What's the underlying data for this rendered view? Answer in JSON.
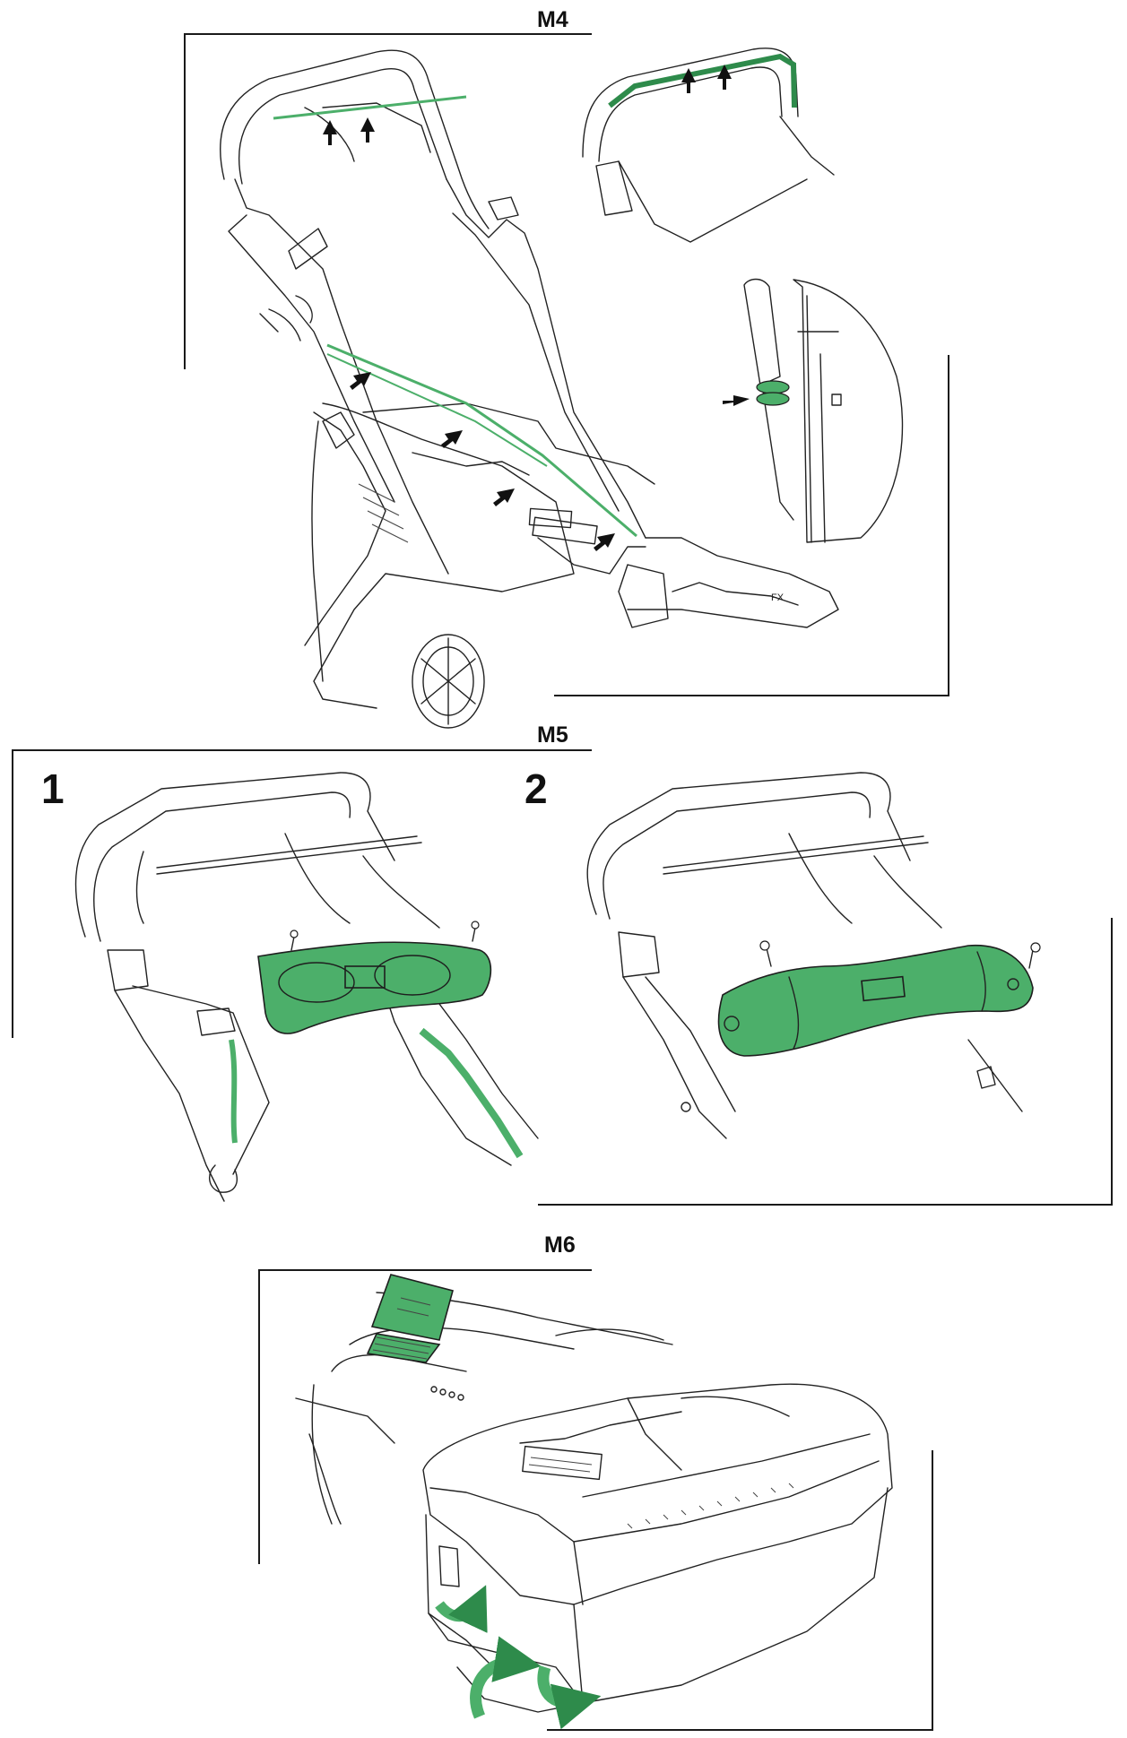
{
  "panels": {
    "m4": {
      "label": "M4"
    },
    "m5": {
      "label": "M5",
      "step1": "1",
      "step2": "2"
    },
    "m6": {
      "label": "M6"
    }
  },
  "colors": {
    "accent": "#4caf6a",
    "accent_dark": "#2e8b4b",
    "ink": "#1a1a1a",
    "frame": "#1a1a1a"
  },
  "icons": [
    "up-arrow-icon",
    "right-arrow-icon",
    "curved-rotate-arrow-icon"
  ]
}
